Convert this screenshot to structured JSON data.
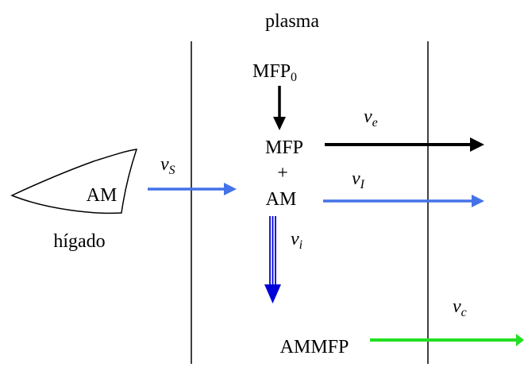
{
  "region": {
    "plasma": "plasma",
    "liver": "hígado"
  },
  "species": {
    "mfp0_base": "MFP",
    "mfp0_sub": "0",
    "mfp": "MFP",
    "plus": "+",
    "am": "AM",
    "am_liver": "AM",
    "ammfp": "AMMFP"
  },
  "rates": {
    "vS": {
      "base": "v",
      "sub": "S"
    },
    "ve": {
      "base": "v",
      "sub": "e"
    },
    "vI": {
      "base": "v",
      "sub": "I"
    },
    "vi": {
      "base": "v",
      "sub": "i"
    },
    "vc": {
      "base": "v",
      "sub": "c"
    }
  },
  "colors": {
    "black": "#000000",
    "blue": "#4472e8",
    "dark_blue": "#0000d8",
    "green": "#22e022"
  }
}
